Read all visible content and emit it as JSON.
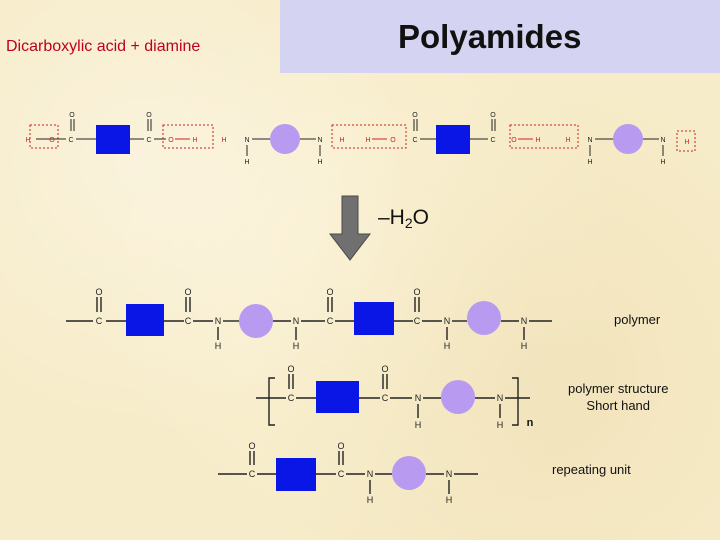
{
  "header": {
    "title": "Polyamides",
    "subtitle": "Dicarboxylic acid + diamine"
  },
  "reaction": {
    "eliminated_prefix": "–H",
    "eliminated_sub": "2",
    "eliminated_suffix": "O"
  },
  "labels": {
    "polymer": "polymer",
    "structure_line1": "polymer structure",
    "structure_line2": "Short hand",
    "repeating_unit": "repeating unit",
    "n": "n"
  },
  "atoms": {
    "C": "C",
    "O": "O",
    "N": "N",
    "H": "H"
  },
  "colors": {
    "diacid_block": "#0a16e6",
    "diamine_block": "#b89af0",
    "title_box": "#d4d4f2",
    "subtitle": "#c0001a",
    "leaving_group": "#cc2222",
    "arrow": "#707070"
  }
}
